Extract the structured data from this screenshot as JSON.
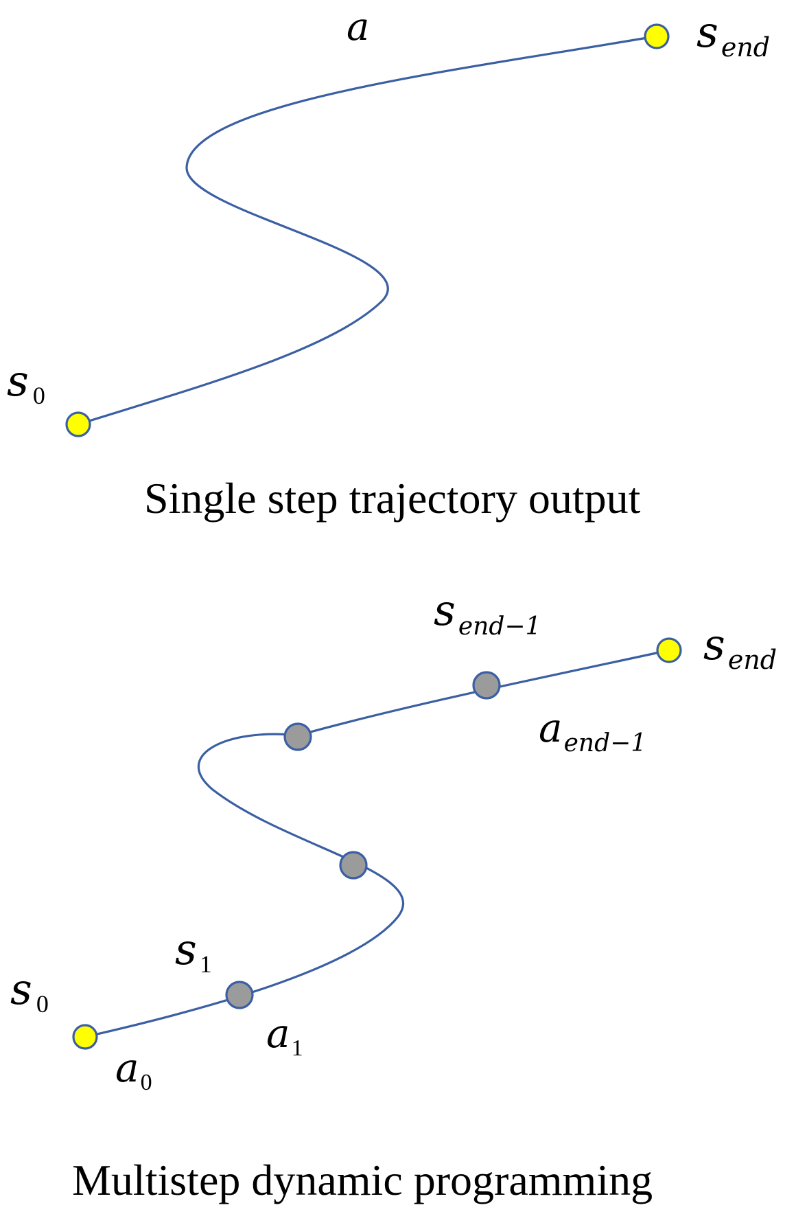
{
  "top": {
    "caption": "Single step trajectory output",
    "labels": {
      "a": "a",
      "s0_base": "s",
      "s0_sub": "0",
      "send_base": "s",
      "send_sub": "end"
    }
  },
  "bottom": {
    "caption": "Multistep dynamic programming",
    "labels": {
      "s0_base": "s",
      "s0_sub": "0",
      "a0_base": "a",
      "a0_sub": "0",
      "s1_base": "s",
      "s1_sub": "1",
      "a1_base": "a",
      "a1_sub": "1",
      "send1_base": "s",
      "send1_sub": "end−1",
      "aend1_base": "a",
      "aend1_sub": "end−1",
      "send_base": "s",
      "send_sub": "end"
    }
  },
  "colors": {
    "curve": "#3b5fa3",
    "endpoint_fill": "#ffff00",
    "intermediate_fill": "#9b9b9b"
  }
}
